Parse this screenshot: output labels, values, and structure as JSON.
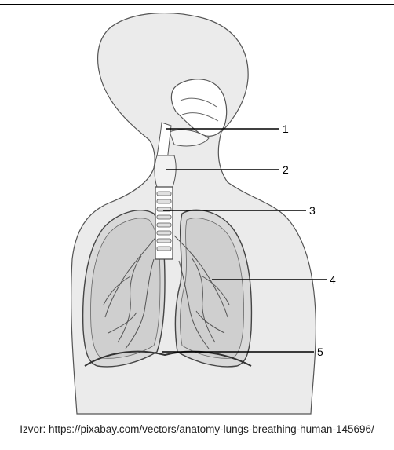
{
  "diagram": {
    "labels": [
      "1",
      "2",
      "3",
      "4",
      "5"
    ]
  },
  "caption": {
    "prefix": "Izvor: ",
    "link_text": "https://pixabay.com/vectors/anatomy-lungs-breathing-human-145696/"
  }
}
